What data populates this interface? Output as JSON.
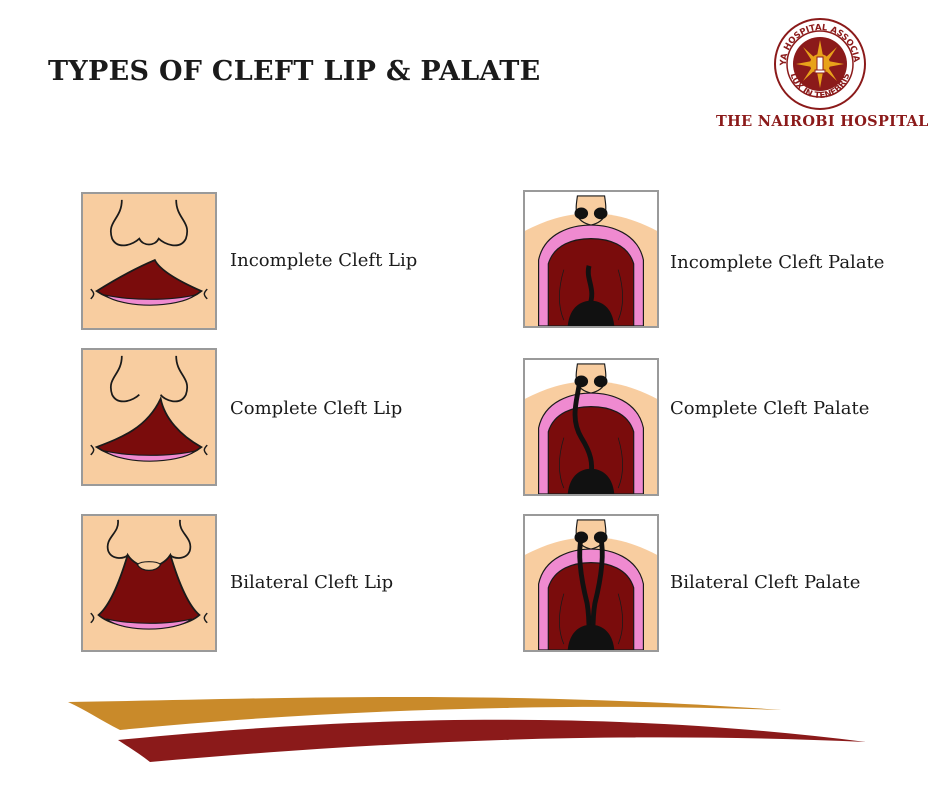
{
  "page": {
    "title": "TYPES OF CLEFT LIP & PALATE"
  },
  "logo": {
    "ring_top_text": "KENYA HOSPITAL ASSOCIATION",
    "ring_bottom_text": "LUX IN TENEBRIS",
    "hospital_name": "THE NAIROBI HOSPITAL",
    "colors": {
      "ring": "#8b1a1a",
      "sun": "#e8a21a"
    }
  },
  "lip_types": [
    {
      "label": "Incomplete Cleft Lip"
    },
    {
      "label": "Complete Cleft Lip"
    },
    {
      "label": "Bilateral Cleft Lip"
    }
  ],
  "palate_types": [
    {
      "label": "Incomplete Cleft Palate"
    },
    {
      "label": "Complete Cleft Palate"
    },
    {
      "label": "Bilateral Cleft Palate"
    }
  ],
  "colors": {
    "skin": "#f8cda0",
    "cavity": "#7a0c0c",
    "lip_pink": "#ef8ad0",
    "swoosh_gold": "#c98a2a",
    "swoosh_red": "#8b1a1a"
  }
}
